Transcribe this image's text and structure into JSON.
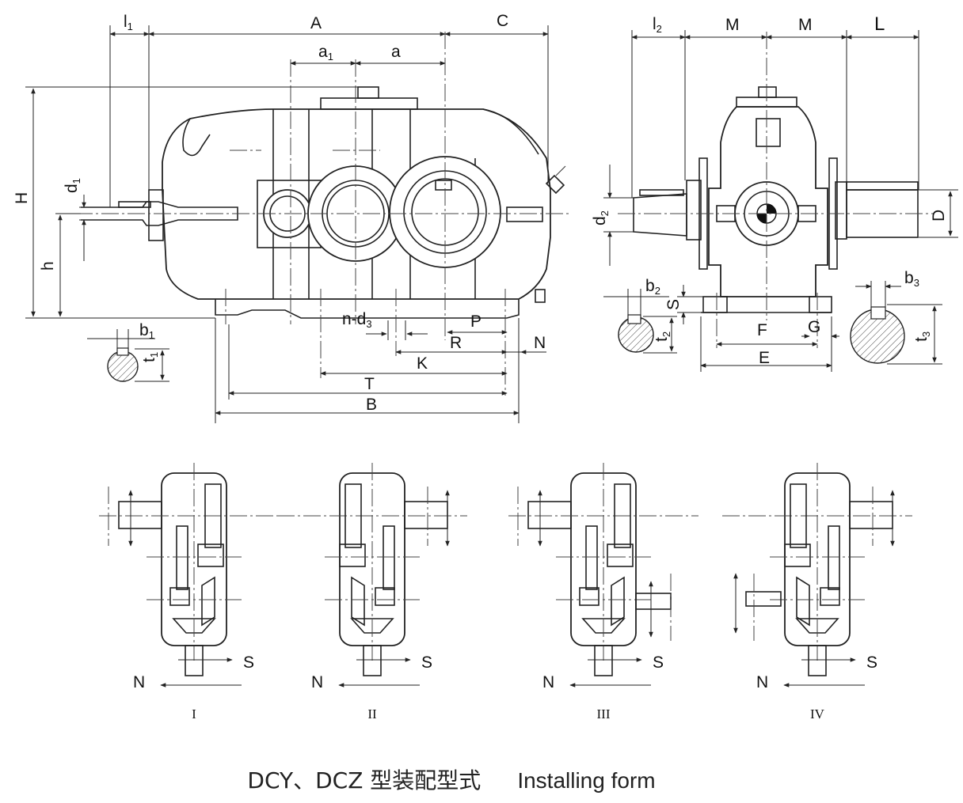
{
  "front_view_labels": {
    "l1": "l",
    "l1_sub": "1",
    "A": "A",
    "C": "C",
    "a1": "a",
    "a1_sub": "1",
    "a": "a",
    "H": "H",
    "h": "h",
    "d1": "d",
    "d1_sub": "1",
    "n_d3": "n-d",
    "n_d3_sub": "3",
    "P": "P",
    "R": "R",
    "N": "N",
    "K": "K",
    "T": "T",
    "B": "B",
    "b1": "b",
    "b1_sub": "1",
    "t1": "t",
    "t1_sub": "1"
  },
  "side_view_labels": {
    "l2": "l",
    "l2_sub": "2",
    "M_left": "M",
    "M_right": "M",
    "L": "L",
    "d2": "d",
    "d2_sub": "2",
    "D": "D",
    "b2": "b",
    "b2_sub": "2",
    "S": "S",
    "t2": "t",
    "t2_sub": "2",
    "F": "F",
    "G": "G",
    "E": "E",
    "b3": "b",
    "b3_sub": "3",
    "t3": "t",
    "t3_sub": "3"
  },
  "mounting_forms": [
    {
      "roman": "I",
      "N": "N",
      "S": "S"
    },
    {
      "roman": "II",
      "N": "N",
      "S": "S"
    },
    {
      "roman": "III",
      "N": "N",
      "S": "S"
    },
    {
      "roman": "IV",
      "N": "N",
      "S": "S"
    }
  ],
  "caption": {
    "cn": "DCY、DCZ 型装配型式",
    "en": "Installing form"
  }
}
